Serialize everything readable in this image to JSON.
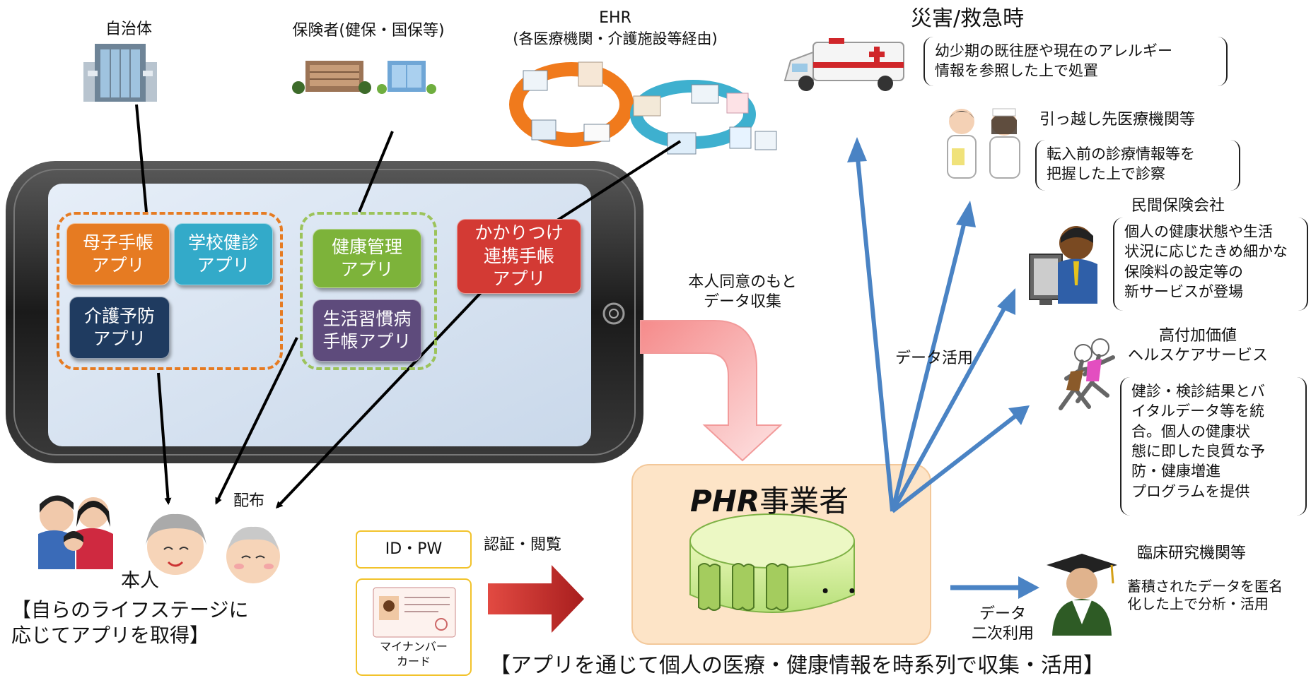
{
  "colors": {
    "orange": "#e67b22",
    "teal": "#33aac9",
    "green": "#7db33a",
    "navy": "#1f3b60",
    "purple": "#5e4b7c",
    "red": "#d33a34",
    "arrow_blue": "#4a83c4",
    "phr_bg": "#fde4c7"
  },
  "sources": {
    "municipality": "自治体",
    "insurer": "保険者(健保・国保等)",
    "ehr_title": "EHR",
    "ehr_sub": "(各医療機関・介護施設等経由)"
  },
  "apps": {
    "maternal": "母子手帳\nアプリ",
    "school": "学校健診\nアプリ",
    "care": "介護予防\nアプリ",
    "health": "健康管理\nアプリ",
    "lifestyle": "生活習慣病\n手帳アプリ",
    "kakaritsuke": "かかりつけ\n連携手帳\nアプリ"
  },
  "person": {
    "distribution": "配布",
    "self": "本人",
    "caption": "【自らのライフステージに\n応じてアプリを取得】"
  },
  "auth": {
    "id_pw": "ID・PW",
    "mynumber": "マイナンバー\nカード",
    "label": "認証・閲覧"
  },
  "collection": "本人同意のもと\nデータ収集",
  "phr": {
    "phr_word": "PHR",
    "rest": "事業者",
    "dots": "・ ・"
  },
  "data_usage": "データ活用",
  "secondary_use": "データ\n二次利用",
  "bottom_caption": "【アプリを通じて個人の医療・健康情報を時系列で収集・活用】",
  "uses": {
    "disaster": {
      "title": "災害/救急時",
      "desc": "幼少期の既往歴や現在のアレルギー\n情報を参照した上で処置"
    },
    "relocation": {
      "title": "引っ越し先医療機関等",
      "desc": "転入前の診療情報等を\n把握した上で診察"
    },
    "insurance": {
      "title": "民間保険会社",
      "desc": "個人の健康状態や生活\n状況に応じたきめ細かな\n保険料の設定等の\n新サービスが登場"
    },
    "healthcare": {
      "title": "高付加価値\nヘルスケアサービス",
      "desc": "健診・検診結果とバ\nイタルデータ等を統\n合。個人の健康状\n態に即した良質な予\n防・健康増進\nプログラムを提供"
    },
    "research": {
      "title": "臨床研究機関等",
      "desc": "蓄積されたデータを匿名\n化した上で分析・活用"
    }
  }
}
